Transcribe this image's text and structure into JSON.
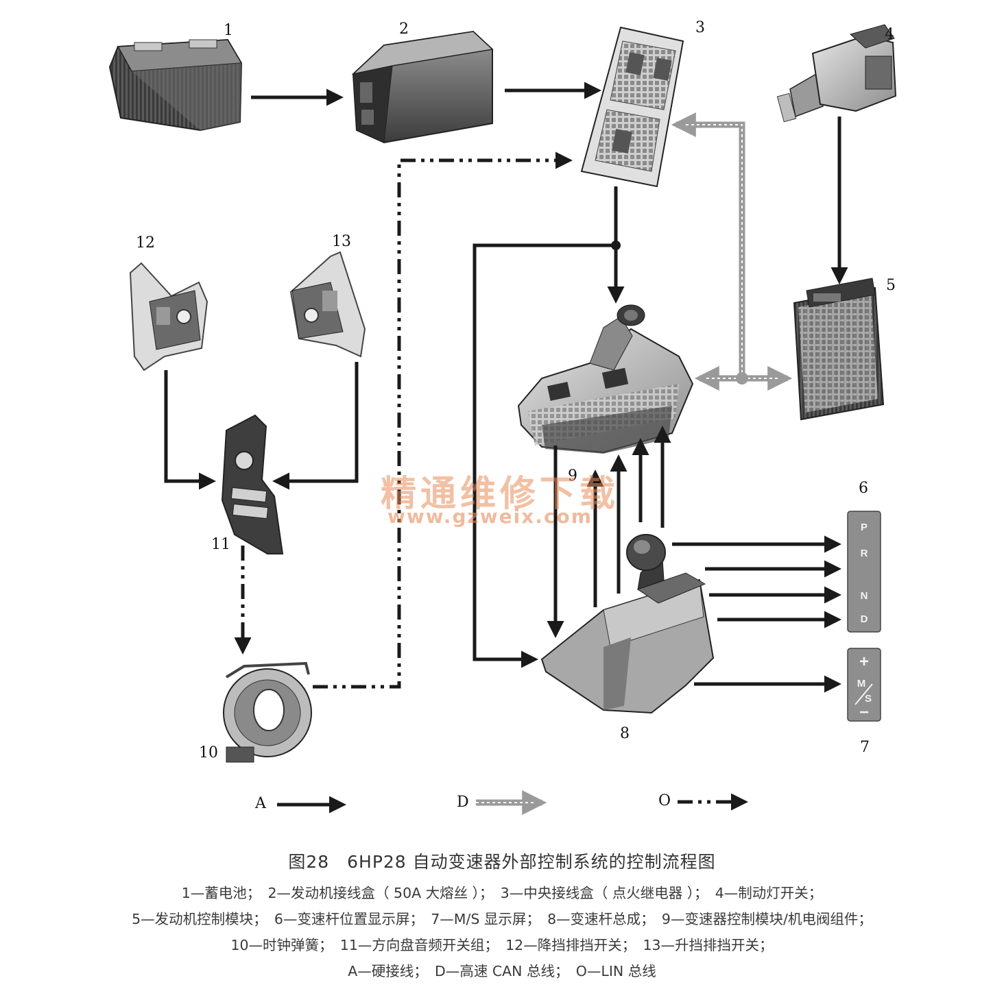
{
  "component_numbers": {
    "n1": "1",
    "n2": "2",
    "n3": "3",
    "n4": "4",
    "n5": "5",
    "n6": "6",
    "n7": "7",
    "n8": "8",
    "n9": "9",
    "n10": "10",
    "n11": "11",
    "n12": "12",
    "n13": "13"
  },
  "gear_display": {
    "p": "P",
    "r": "R",
    "n": "N",
    "d": "D"
  },
  "ms_display": {
    "plus": "+",
    "m": "M",
    "s": "S",
    "minus": "−"
  },
  "legend": {
    "a_letter": "A",
    "d_letter": "D",
    "o_letter": "O"
  },
  "watermark": {
    "site_name": "精通维修下载",
    "site_url": "www.gzweix.com"
  },
  "caption": {
    "title": "图28　6HP28 自动变速器外部控制系统的控制流程图",
    "line1": "1—蓄电池；　2—发动机接线盒（ 50A 大熔丝 ）；　3—中央接线盒（ 点火继电器 ）；　4—制动灯开关；",
    "line2": "5—发动机控制模块；　6—变速杆位置显示屏；　7—M/S 显示屏；　8—变速杆总成；　9—变速器控制模块/机电阀组件；",
    "line3": "10—时钟弹簧；　11—方向盘音频开关组；　12—降挡排挡开关；　13—升挡排挡开关；",
    "line4": "A—硬接线；　D—高速 CAN 总线；　O—LIN 总线"
  },
  "colors": {
    "hard_wire": "#1a1a1a",
    "can_bus": "#9a9a9a",
    "lin_bus": "#1a1a1a",
    "watermark": "#e88c5a",
    "component_dark": "#4a4a4a",
    "component_light": "#b8b8b8"
  }
}
